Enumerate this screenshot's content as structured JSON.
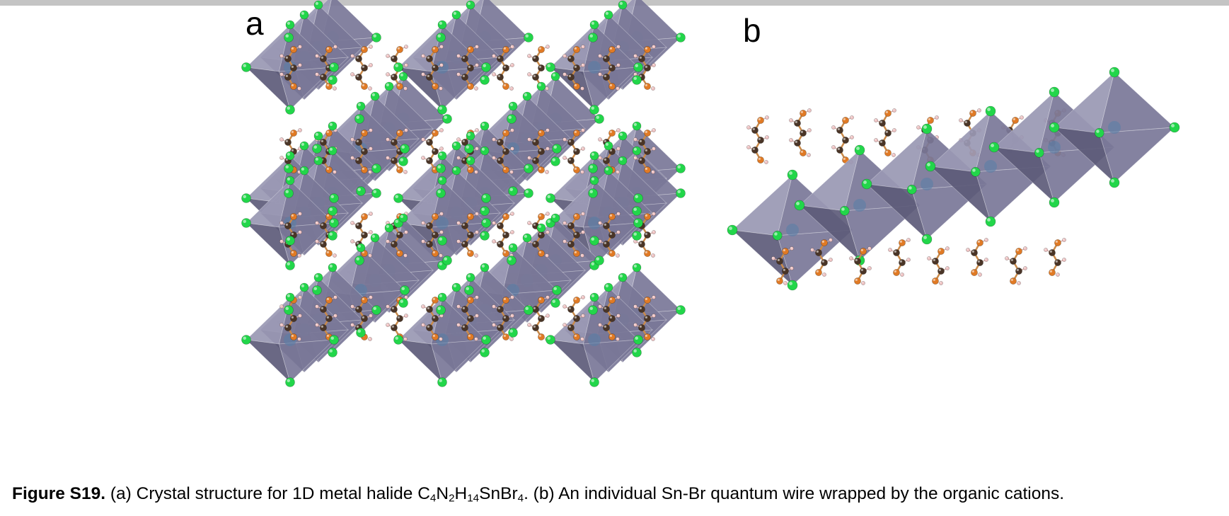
{
  "figure": {
    "panel_a_label": "a",
    "panel_b_label": "b"
  },
  "caption": {
    "figure_label": "Figure S19.",
    "text_1": " (a) Crystal structure for 1D metal halide C",
    "sub_1": "4",
    "text_2": "N",
    "sub_2": "2",
    "text_3": "H",
    "sub_3": "14",
    "text_4": "SnBr",
    "sub_4": "4",
    "text_5": ". (b) An individual Sn-Br quantum wire wrapped by the organic cations."
  },
  "colors": {
    "octahedron": "#7a7898",
    "octahedron_light": "#9a98b4",
    "octahedron_dark": "#5e5c7a",
    "sn_atom": "#5a7ea6",
    "br_atom": "#22d64a",
    "carbon": "#4a3527",
    "nitrogen": "#e07a25",
    "hydrogen": "#f0c4c4",
    "bond": "#c98a4a",
    "top_bar": "#c4c4c4"
  }
}
